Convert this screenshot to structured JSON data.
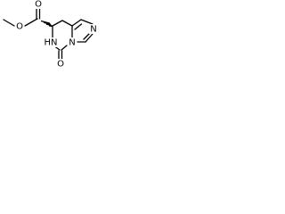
{
  "molecule": {
    "atoms": {
      "o_methyl": "O",
      "o_carbonyl_ester": "O",
      "n_h": "HN",
      "o_carbonyl_lactam": "O",
      "n_ring_junction": "N",
      "n_imidazole": "N"
    }
  }
}
